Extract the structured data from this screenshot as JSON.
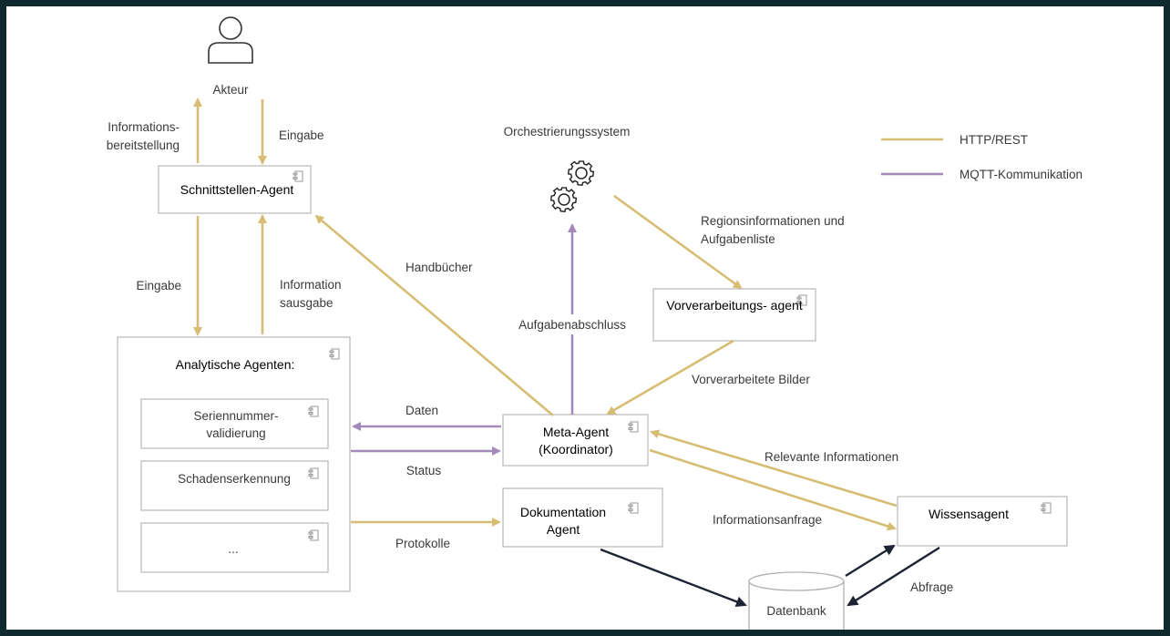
{
  "actor": {
    "label": "Akteur"
  },
  "legend": {
    "http": "HTTP/REST",
    "mqtt": "MQTT-Kommunikation"
  },
  "colors": {
    "http": "#d6bd73",
    "mqtt": "#a38ab8",
    "db": "#1e2433",
    "frame": "#0e2a2e"
  },
  "nodes": {
    "orchestration": "Orchestrierungssystem",
    "interface_agent": "Schnittstellen-Agent",
    "analytic_agents": "Analytische Agenten:",
    "serial_line1": "Seriennummer-",
    "serial_line2": "validierung",
    "damage": "Schadenserkennung",
    "ellipsis": "...",
    "meta_line1": "Meta-Agent",
    "meta_line2": "(Koordinator)",
    "preprocessing": "Vorverarbeitungs- agent",
    "documentation_line1": "Dokumentation",
    "documentation_line2": "Agent",
    "knowledge": "Wissensagent",
    "database": "Datenbank"
  },
  "edges": {
    "info_provision_line1": "Informations-",
    "info_provision_line2": "bereitstellung",
    "input_top": "Eingabe",
    "input_left": "Eingabe",
    "info_output_line1": "Information",
    "info_output_line2": "sausgabe",
    "manuals": "Handbücher",
    "task_completion": "Aufgabenabschluss",
    "region_line1": "Regionsinformationen und",
    "region_line2": "Aufgabenliste",
    "preprocessed_images": "Vorverarbeitete Bilder",
    "data": "Daten",
    "status": "Status",
    "relevant_info": "Relevante Informationen",
    "info_request": "Informationsanfrage",
    "protocols": "Protokolle",
    "query": "Abfrage"
  }
}
